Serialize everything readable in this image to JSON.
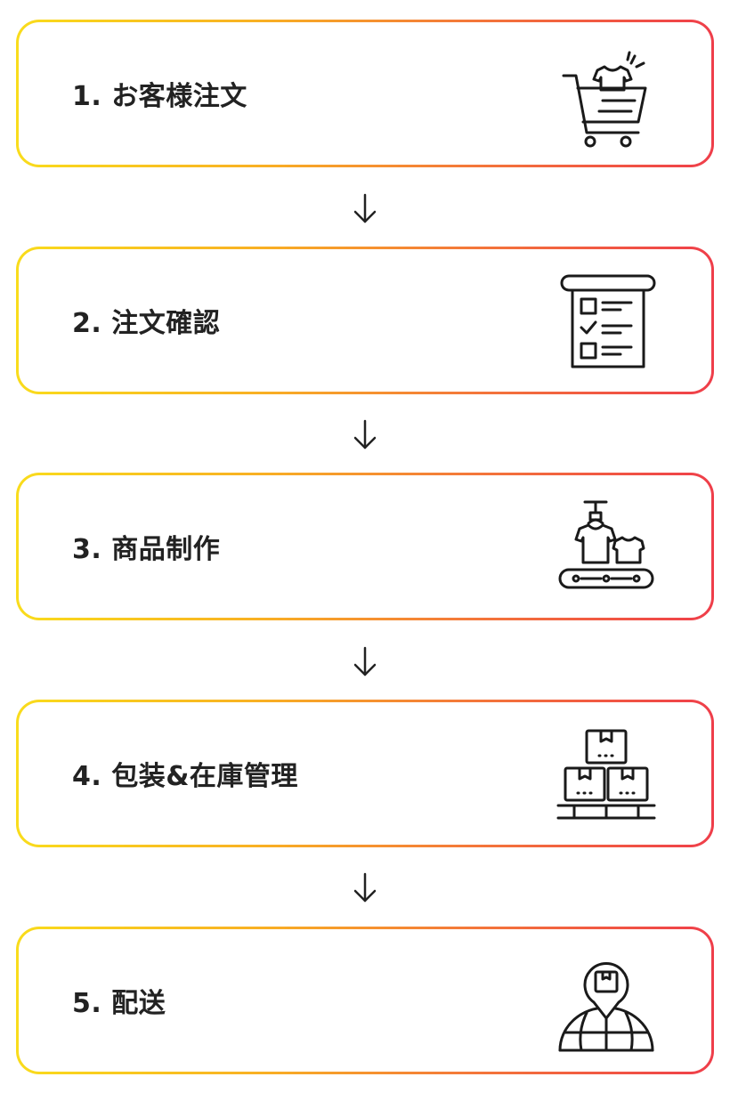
{
  "steps": [
    {
      "label": "1. お客様注文",
      "icon": "shopping-cart-icon"
    },
    {
      "label": "2. 注文確認",
      "icon": "checklist-icon"
    },
    {
      "label": "3. 商品制作",
      "icon": "production-conveyor-icon"
    },
    {
      "label": "4. 包装&在庫管理",
      "icon": "stacked-boxes-icon"
    },
    {
      "label": "5. 配送",
      "icon": "global-delivery-icon"
    }
  ],
  "colors": {
    "gradient_start": "#f9dc1c",
    "gradient_end": "#ef3e4a",
    "text": "#222222",
    "icon_stroke": "#1a1a1a"
  }
}
